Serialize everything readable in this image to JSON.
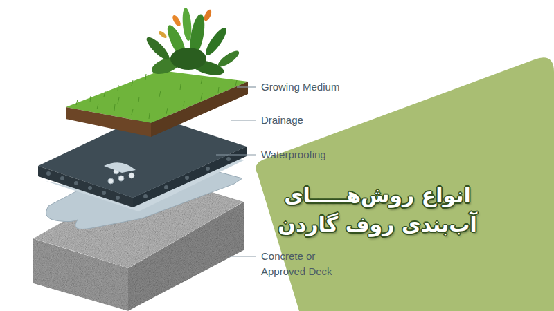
{
  "diagram": {
    "title": "انواع روش‌هـــــای آب‌بندی روف گاردن",
    "labels": [
      "Growing Medium",
      "Drainage",
      "Waterproofing",
      "Concrete or Approved Deck"
    ]
  }
}
